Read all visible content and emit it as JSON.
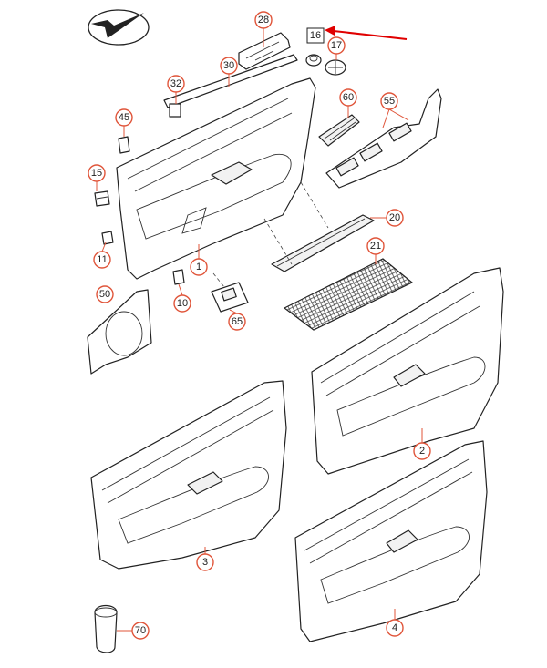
{
  "diagram": {
    "callouts": [
      {
        "id": "c28",
        "label": "28"
      },
      {
        "id": "c16",
        "label": "16"
      },
      {
        "id": "c17",
        "label": "17"
      },
      {
        "id": "c30",
        "label": "30"
      },
      {
        "id": "c32",
        "label": "32"
      },
      {
        "id": "c60",
        "label": "60"
      },
      {
        "id": "c55",
        "label": "55"
      },
      {
        "id": "c45",
        "label": "45"
      },
      {
        "id": "c15",
        "label": "15"
      },
      {
        "id": "c20",
        "label": "20"
      },
      {
        "id": "c21",
        "label": "21"
      },
      {
        "id": "c11",
        "label": "11"
      },
      {
        "id": "c1",
        "label": "1"
      },
      {
        "id": "c50",
        "label": "50"
      },
      {
        "id": "c10",
        "label": "10"
      },
      {
        "id": "c65",
        "label": "65"
      },
      {
        "id": "c2",
        "label": "2"
      },
      {
        "id": "c3",
        "label": "3"
      },
      {
        "id": "c4",
        "label": "4"
      },
      {
        "id": "c70",
        "label": "70"
      }
    ],
    "highlighted_part": "16",
    "highlight_color": "#e00000",
    "callout_color": "#e0553a",
    "logo_icon": "checkmark-logo-icon"
  }
}
